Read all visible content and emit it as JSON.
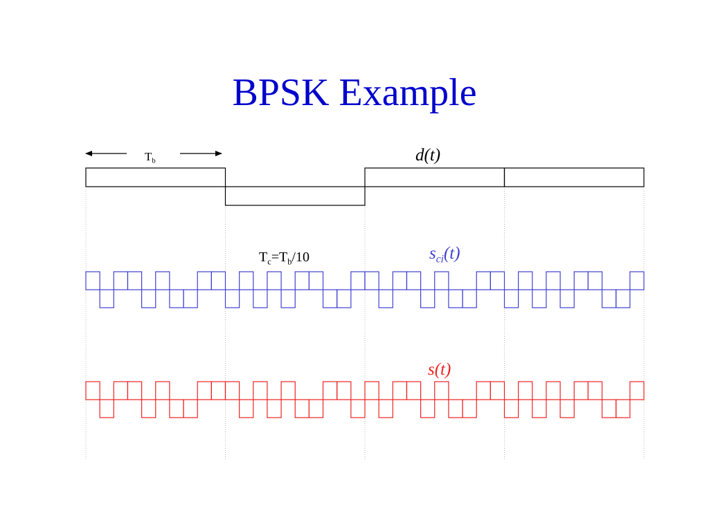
{
  "slide": {
    "title": "BPSK Example"
  },
  "labels": {
    "tb_main": "T",
    "tb_sub": "b",
    "tc_c_main": "T",
    "tc_c_sub": "c",
    "tc_mid": "=T",
    "tc_b_sub": "b",
    "tc_tail": "/10",
    "dt": "d(t)",
    "sci_main": "s",
    "sci_sub": "ci",
    "sci_tail": "(t)",
    "st": "s(t)"
  },
  "colors": {
    "title": "#0000cc",
    "chip_sequence": "#4040d0",
    "modulated_signal": "#ee2222",
    "data_signal": "#000000",
    "bit_boundary": "#bbbbbb"
  },
  "signals": {
    "data_bits": [
      1,
      -1,
      1,
      1
    ],
    "chips_per_bit": 10,
    "chip_sequence": [
      1,
      -1,
      1,
      1,
      -1,
      1,
      -1,
      -1,
      1,
      1,
      -1,
      1,
      -1,
      1,
      -1,
      1,
      1,
      -1,
      -1,
      1,
      1,
      -1,
      1,
      1,
      -1,
      1,
      -1,
      -1,
      1,
      1,
      -1,
      1,
      -1,
      1,
      -1,
      1,
      1,
      -1,
      -1,
      1
    ]
  }
}
